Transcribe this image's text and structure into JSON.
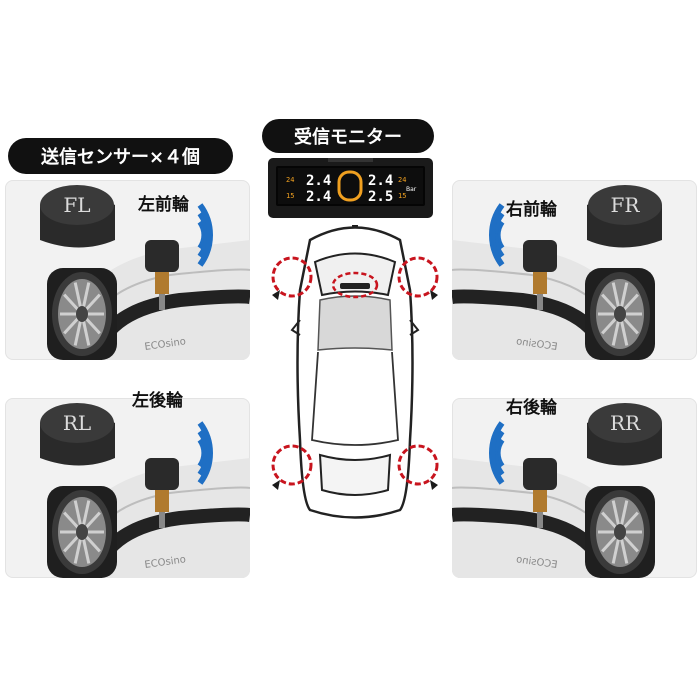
{
  "labels": {
    "sensor_pill": "送信センサー×４個",
    "monitor_pill": "受信モニター"
  },
  "wheels": {
    "fl": {
      "label": "左前輪",
      "cap": "FL"
    },
    "fr": {
      "label": "右前輪",
      "cap": "FR"
    },
    "rl": {
      "label": "左後輪",
      "cap": "RL"
    },
    "rr": {
      "label": "右後輪",
      "cap": "RR"
    }
  },
  "monitor": {
    "fl": "2.4",
    "fr": "2.4",
    "rl": "2.4",
    "rr": "2.5",
    "fl_temp": "24",
    "fr_temp": "24",
    "rl_temp": "15",
    "rr_temp": "15",
    "unit": "Bar"
  },
  "tire_text": "ECOsino",
  "colors": {
    "signal": "#1f6fc4",
    "highlight": "#c8141e",
    "pill_bg": "#111111",
    "lcd_digits": "#f0a020"
  }
}
